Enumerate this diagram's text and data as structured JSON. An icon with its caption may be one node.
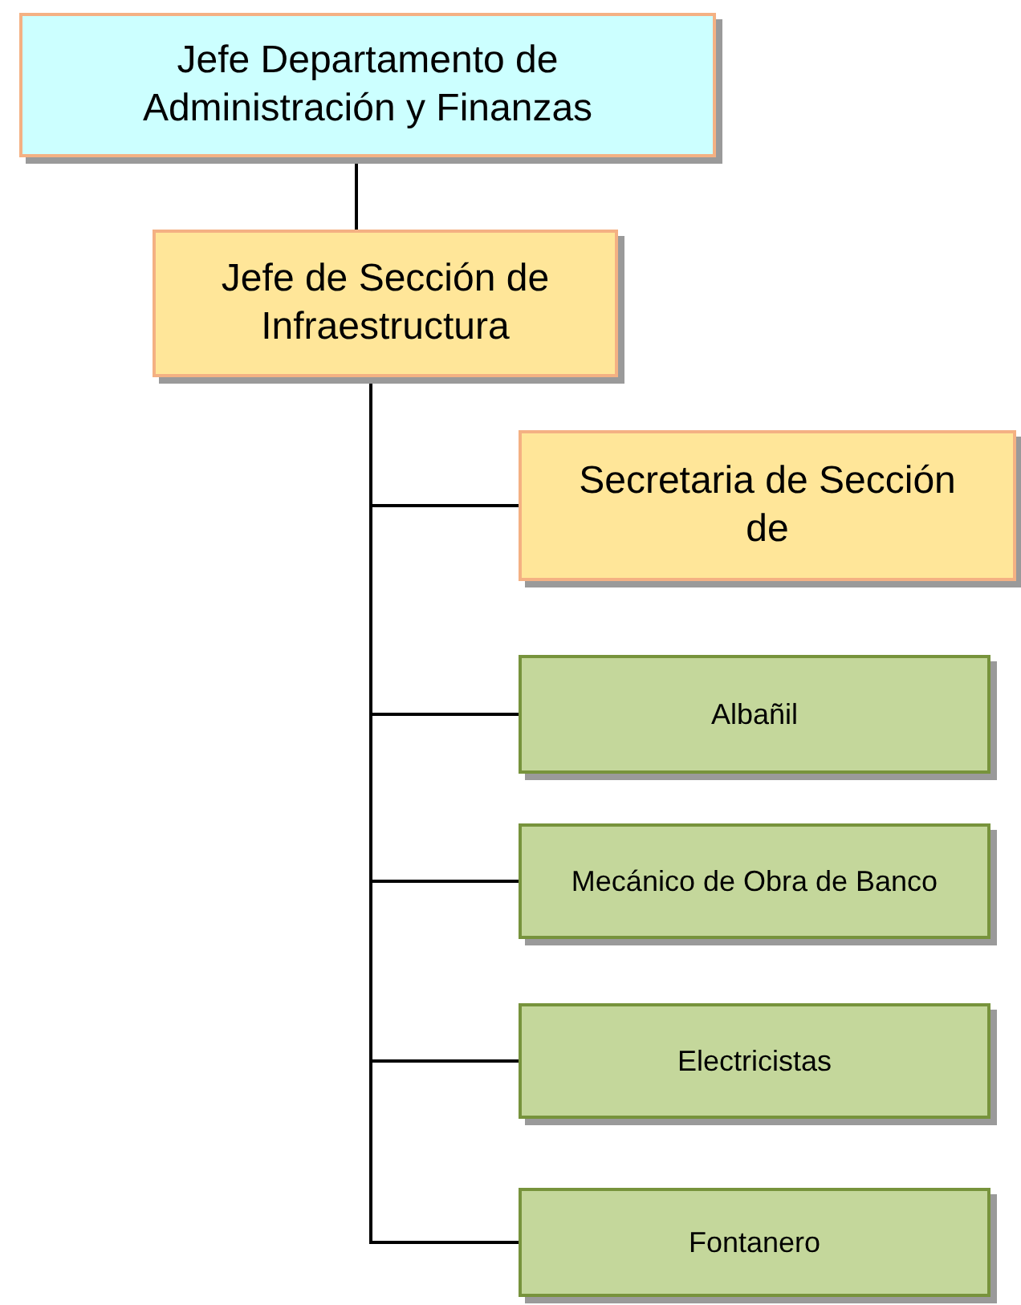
{
  "diagram": {
    "nodes": [
      {
        "text": [
          "Jefe Departamento de Administración y Finanzas"
        ]
      },
      {
        "text": [
          "Jefe de Sección de Infraestructura"
        ]
      },
      {
        "text": [
          "Secretaria de Sección de"
        ]
      },
      {
        "text": [
          "Albañil"
        ]
      },
      {
        "text": [
          "Mecánico de Obra de Banco"
        ]
      },
      {
        "text": [
          "Electricistas"
        ]
      },
      {
        "text": [
          "Fontanero"
        ]
      }
    ],
    "edges": [
      {
        "from": 0,
        "to": 1,
        "arrow": "none"
      },
      {
        "from": 1,
        "to": 2,
        "arrow": "none"
      },
      {
        "from": 1,
        "to": 3,
        "arrow": "none"
      },
      {
        "from": 1,
        "to": 4,
        "arrow": "none"
      },
      {
        "from": 1,
        "to": 5,
        "arrow": "none"
      },
      {
        "from": 1,
        "to": 6,
        "arrow": "none"
      }
    ]
  }
}
